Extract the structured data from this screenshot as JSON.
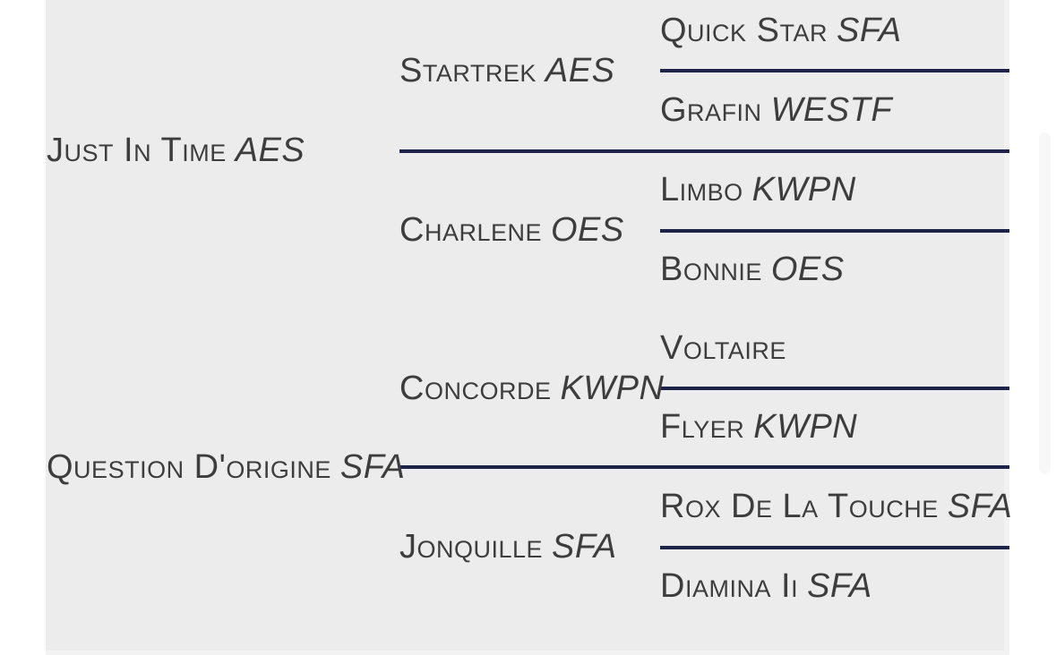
{
  "pedigree": {
    "gen1": [
      {
        "name": "Just In Time",
        "registry": "AES"
      },
      {
        "name": "Question D'origine",
        "registry": "SFA"
      }
    ],
    "gen2": [
      {
        "name": "Startrek",
        "registry": "AES"
      },
      {
        "name": "Charlene",
        "registry": "OES"
      },
      {
        "name": "Concorde",
        "registry": "KWPN"
      },
      {
        "name": "Jonquille",
        "registry": "SFA"
      }
    ],
    "gen3": [
      {
        "name": "Quick Star",
        "registry": "SFA"
      },
      {
        "name": "Grafin",
        "registry": "WESTF"
      },
      {
        "name": "Limbo",
        "registry": "KWPN"
      },
      {
        "name": "Bonnie",
        "registry": "OES"
      },
      {
        "name": "Voltaire",
        "registry": ""
      },
      {
        "name": "Flyer",
        "registry": "KWPN"
      },
      {
        "name": "Rox De La Touche",
        "registry": "SFA"
      },
      {
        "name": "Diamina Ii",
        "registry": "SFA"
      }
    ]
  },
  "colors": {
    "panel_background": "#ececec",
    "divider": "#1e2448",
    "text": "#3d3d3d",
    "scrollbar_thumb": "#f8f8f8"
  }
}
